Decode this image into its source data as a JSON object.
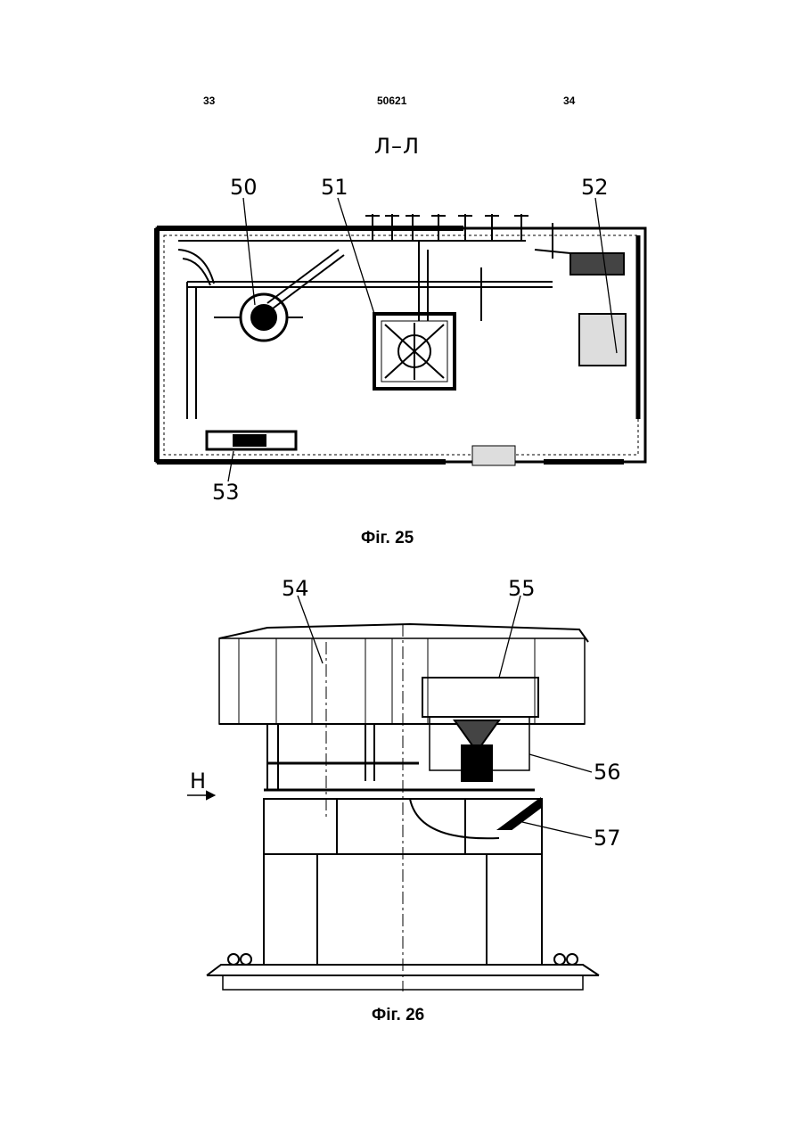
{
  "header": {
    "page_left": "33",
    "patent_number": "50621",
    "page_right": "34"
  },
  "figure25": {
    "section_label": "Л–Л",
    "callouts": [
      "50",
      "51",
      "52",
      "53"
    ],
    "caption": "Фіг. 25"
  },
  "figure26": {
    "callouts": [
      "54",
      "55",
      "56",
      "57"
    ],
    "view_label": "Н",
    "caption": "Фіг. 26"
  }
}
